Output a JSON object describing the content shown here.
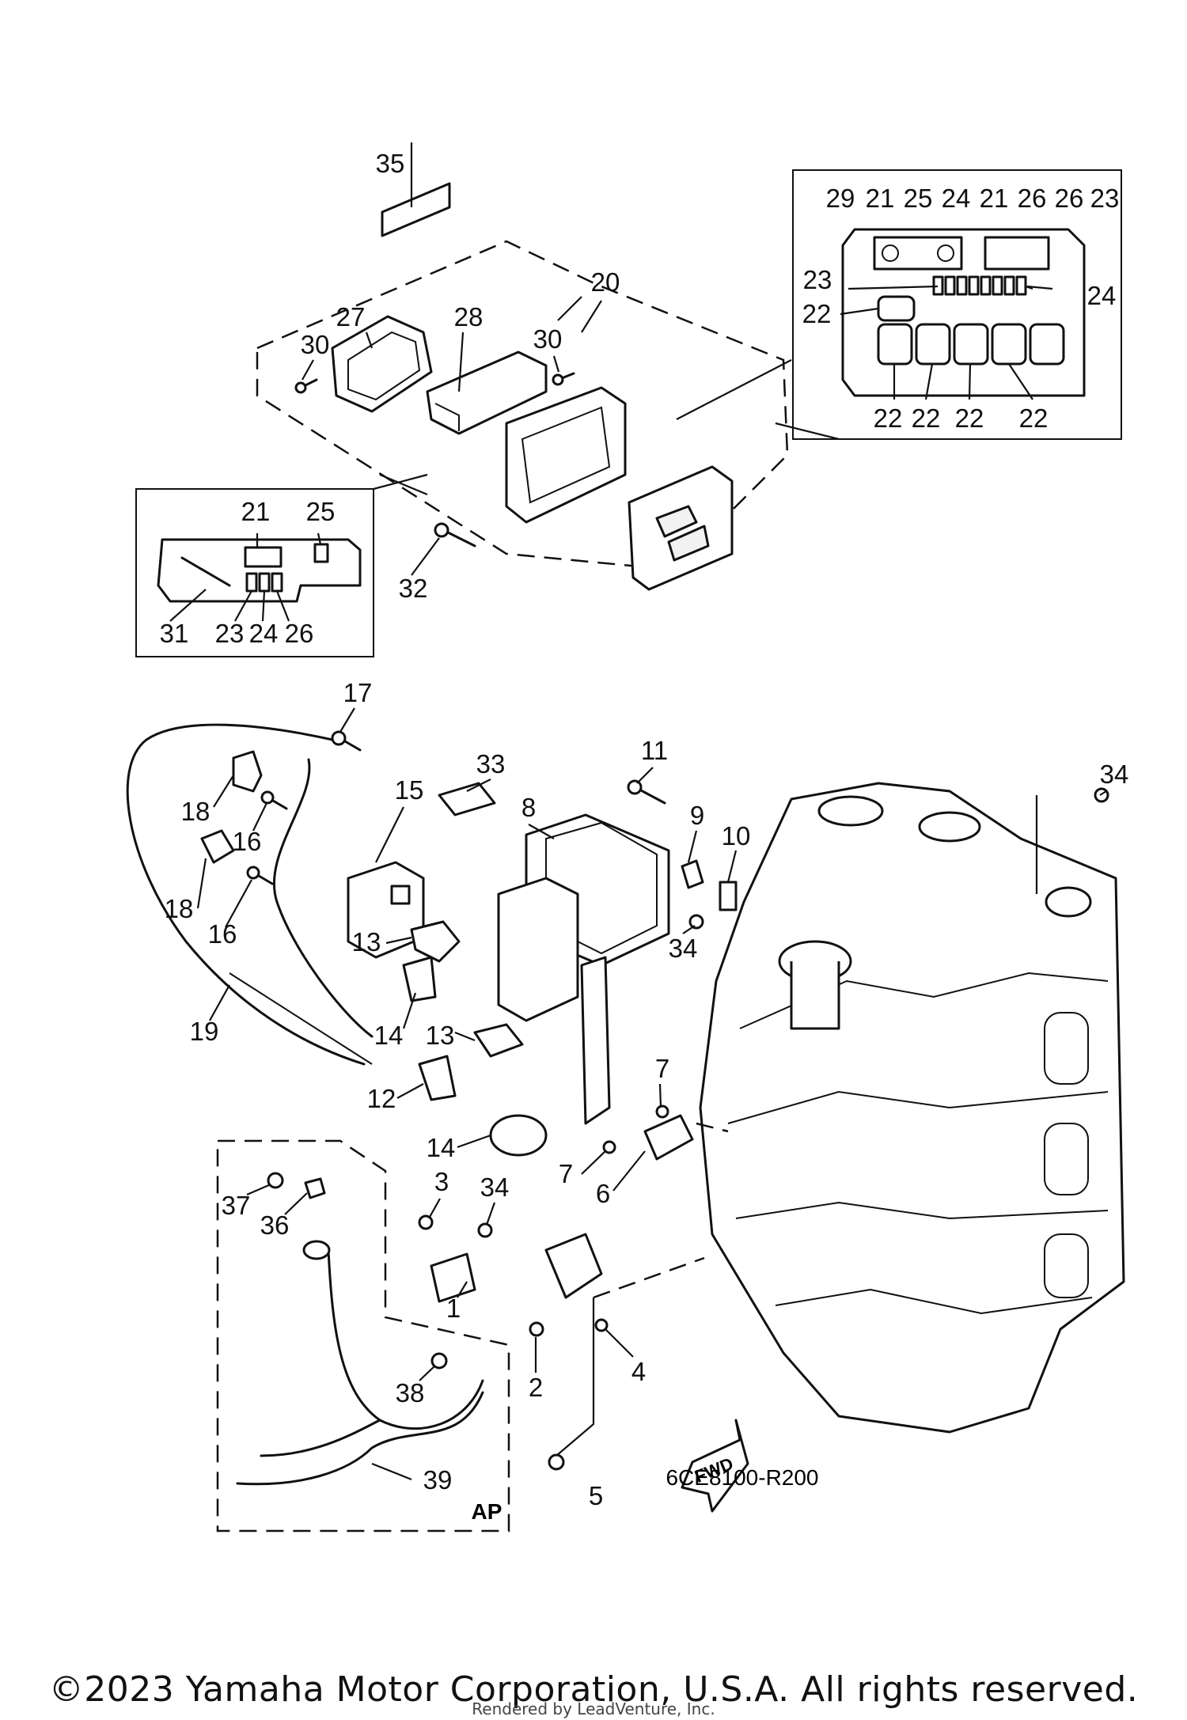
{
  "callouts": [
    {
      "label": "35"
    },
    {
      "label": "20"
    },
    {
      "label": "27"
    },
    {
      "label": "28"
    },
    {
      "label": "30"
    },
    {
      "label": "30"
    },
    {
      "label": "32"
    },
    {
      "label": "21"
    },
    {
      "label": "25"
    },
    {
      "label": "31"
    },
    {
      "label": "23"
    },
    {
      "label": "24"
    },
    {
      "label": "26"
    },
    {
      "label": "29"
    },
    {
      "label": "21"
    },
    {
      "label": "25"
    },
    {
      "label": "24"
    },
    {
      "label": "21"
    },
    {
      "label": "26"
    },
    {
      "label": "26"
    },
    {
      "label": "23"
    },
    {
      "label": "23"
    },
    {
      "label": "24"
    },
    {
      "label": "22"
    },
    {
      "label": "22"
    },
    {
      "label": "22"
    },
    {
      "label": "22"
    },
    {
      "label": "22"
    },
    {
      "label": "17"
    },
    {
      "label": "18"
    },
    {
      "label": "16"
    },
    {
      "label": "15"
    },
    {
      "label": "18"
    },
    {
      "label": "16"
    },
    {
      "label": "33"
    },
    {
      "label": "8"
    },
    {
      "label": "11"
    },
    {
      "label": "9"
    },
    {
      "label": "10"
    },
    {
      "label": "34"
    },
    {
      "label": "34"
    },
    {
      "label": "13"
    },
    {
      "label": "19"
    },
    {
      "label": "14"
    },
    {
      "label": "13"
    },
    {
      "label": "12"
    },
    {
      "label": "14"
    },
    {
      "label": "7"
    },
    {
      "label": "7"
    },
    {
      "label": "6"
    },
    {
      "label": "37"
    },
    {
      "label": "36"
    },
    {
      "label": "3"
    },
    {
      "label": "34"
    },
    {
      "label": "1"
    },
    {
      "label": "2"
    },
    {
      "label": "4"
    },
    {
      "label": "38"
    },
    {
      "label": "39"
    },
    {
      "label": "5"
    }
  ],
  "ref_code": "6CE8100-R200",
  "fwd_label": "FWD",
  "ap_label": "AP",
  "footer": {
    "copyright": "©2023 Yamaha Motor Corporation, U.S.A. All rights reserved.",
    "rendered_by": "Rendered by LeadVenture, Inc."
  }
}
